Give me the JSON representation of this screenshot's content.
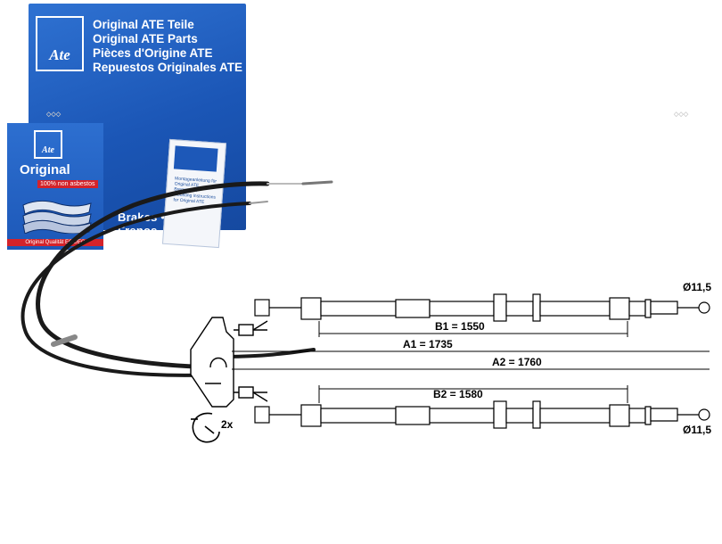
{
  "packaging": {
    "logo_text": "Ate",
    "titles": [
      "Original ATE Teile",
      "Original ATE Parts",
      "Pièces d'Origine ATE",
      "Repuestos Originales ATE"
    ],
    "brakes_text": "Brakes • Freins • Frenos",
    "small_box": {
      "logo_text": "Ate",
      "original_label": "Original",
      "asbestos_label": "100% non asbestos",
      "quality_label": "Original Qualität ECE/EG"
    },
    "leaflet_text": "Montageanleitung für Original ATE Bremsteile / Mounting instructions for Original ATE"
  },
  "diagram": {
    "upper_cable": {
      "dim_b": "B1 = 1550",
      "dim_a": "A1 = 1735",
      "end_diameter": "Ø11,5"
    },
    "lower_cable": {
      "dim_b": "B2 = 1580",
      "dim_a": "A2 = 1760",
      "end_diameter": "Ø11,5"
    },
    "clip_count": "2x"
  }
}
